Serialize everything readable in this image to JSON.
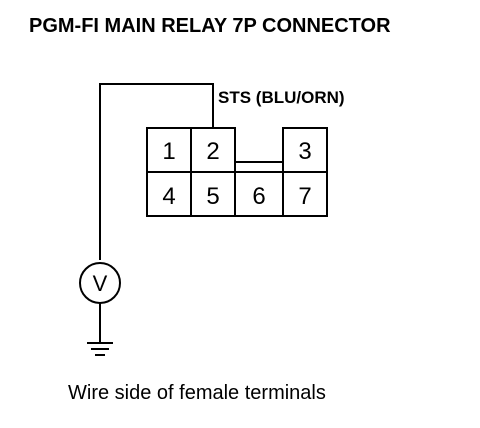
{
  "title": "PGM-FI MAIN RELAY 7P CONNECTOR",
  "wire_label": "STS (BLU/ORN)",
  "caption": "Wire side of female terminals",
  "connector": {
    "pins": {
      "p1": "1",
      "p2": "2",
      "p3": "3",
      "p4": "4",
      "p5": "5",
      "p6": "6",
      "p7": "7"
    }
  },
  "meter": {
    "symbol": "V",
    "icon": "voltmeter-icon"
  },
  "ground": {
    "icon": "ground-symbol-icon"
  }
}
